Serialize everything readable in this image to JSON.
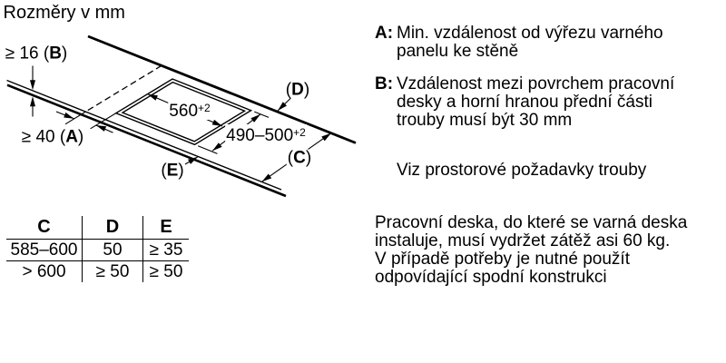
{
  "title": "Rozměry v mm",
  "diagram": {
    "thickness_dim": {
      "prefix": "≥ 16 (",
      "letter": "B",
      "suffix": ")"
    },
    "wall_distance_dim": {
      "prefix": "≥ 40 (",
      "letter": "A",
      "suffix": ")"
    },
    "cutout_width_dim": {
      "value": "560",
      "tolerance": "+2"
    },
    "cutout_depth_dim": {
      "value": "490–500",
      "tolerance": "+2"
    },
    "label_c": {
      "prefix": "(",
      "letter": "C",
      "suffix": ")"
    },
    "label_d": {
      "prefix": "(",
      "letter": "D",
      "suffix": ")"
    },
    "label_e": {
      "prefix": "(",
      "letter": "E",
      "suffix": ")"
    }
  },
  "notes": {
    "a": {
      "label": "A:",
      "text": "Min. vzdálenost od výřezu varného\npanelu ke stěně"
    },
    "b": {
      "label": "B:",
      "text": "Vzdálenost mezi povrchem pracovní\ndesky a horní hranou přední části\ntrouby musí být 30 mm"
    },
    "oven": {
      "text": "Viz prostorové požadavky trouby"
    },
    "worktop": {
      "text": "Pracovní deska, do které se varná deska\ninstaluje, musí vydržet zátěž asi 60 kg.\nV případě potřeby je nutné použít\nodpovídající spodní konstrukci"
    }
  },
  "table": {
    "headers": [
      "C",
      "D",
      "E"
    ],
    "rows": [
      [
        "585–600",
        "50",
        "≥ 35"
      ],
      [
        "> 600",
        "≥ 50",
        "≥ 50"
      ]
    ]
  },
  "colors": {
    "ink": "#000000",
    "background": "#ffffff"
  }
}
